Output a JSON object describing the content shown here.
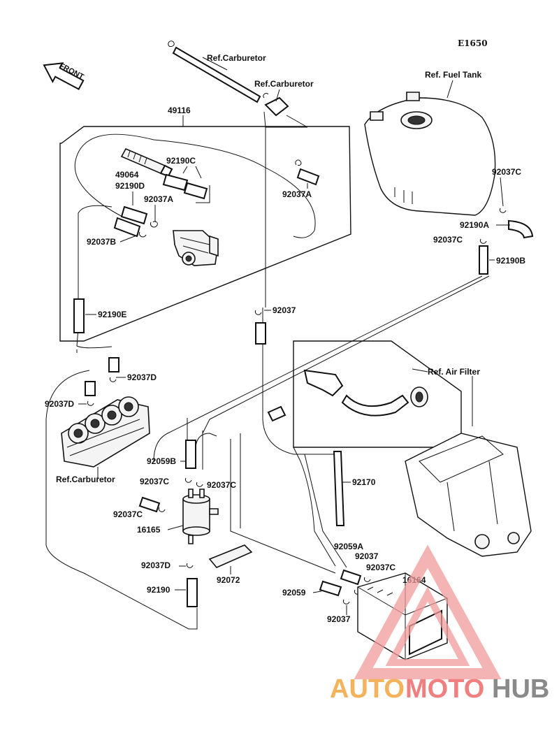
{
  "diagram_code": "E1650",
  "front_label": "FRONT",
  "refs": {
    "carburetor_1": "Ref.Carburetor",
    "carburetor_2": "Ref.Carburetor",
    "fuel_tank": "Ref. Fuel Tank",
    "air_filter": "Ref. Air Filter",
    "carburetor_3": "Ref.Carburetor"
  },
  "parts": {
    "p49116": "49116",
    "p49064": "49064",
    "p92190C": "92190C",
    "p92190D": "92190D",
    "p92037A_1": "92037A",
    "p92037A_2": "92037A",
    "p92037B": "92037B",
    "p92190E": "92190E",
    "p92037C_1": "92037C",
    "p92190A": "92190A",
    "p92037C_2": "92037C",
    "p92190B": "92190B",
    "p92037_1": "92037",
    "p92037D_1": "92037D",
    "p92037D_2": "92037D",
    "p92059B": "92059B",
    "p92037C_3": "92037C",
    "p92037C_4": "92037C",
    "p92037C_5": "92037C",
    "p92170": "92170",
    "p16165": "16165",
    "p92059A": "92059A",
    "p92037_2": "92037",
    "p92037C_6": "92037C",
    "p16164": "16164",
    "p92037D_3": "92037D",
    "p92072": "92072",
    "p92190": "92190",
    "p92059": "92059",
    "p92037_3": "92037"
  },
  "watermark": {
    "part1": "AUTO",
    "part2": "MOTO",
    "part3": "HUB"
  },
  "colors": {
    "line": "#111111",
    "watermark_orange": "#f4b25a",
    "watermark_red": "#f08080",
    "watermark_gray": "#8a8a8a"
  }
}
